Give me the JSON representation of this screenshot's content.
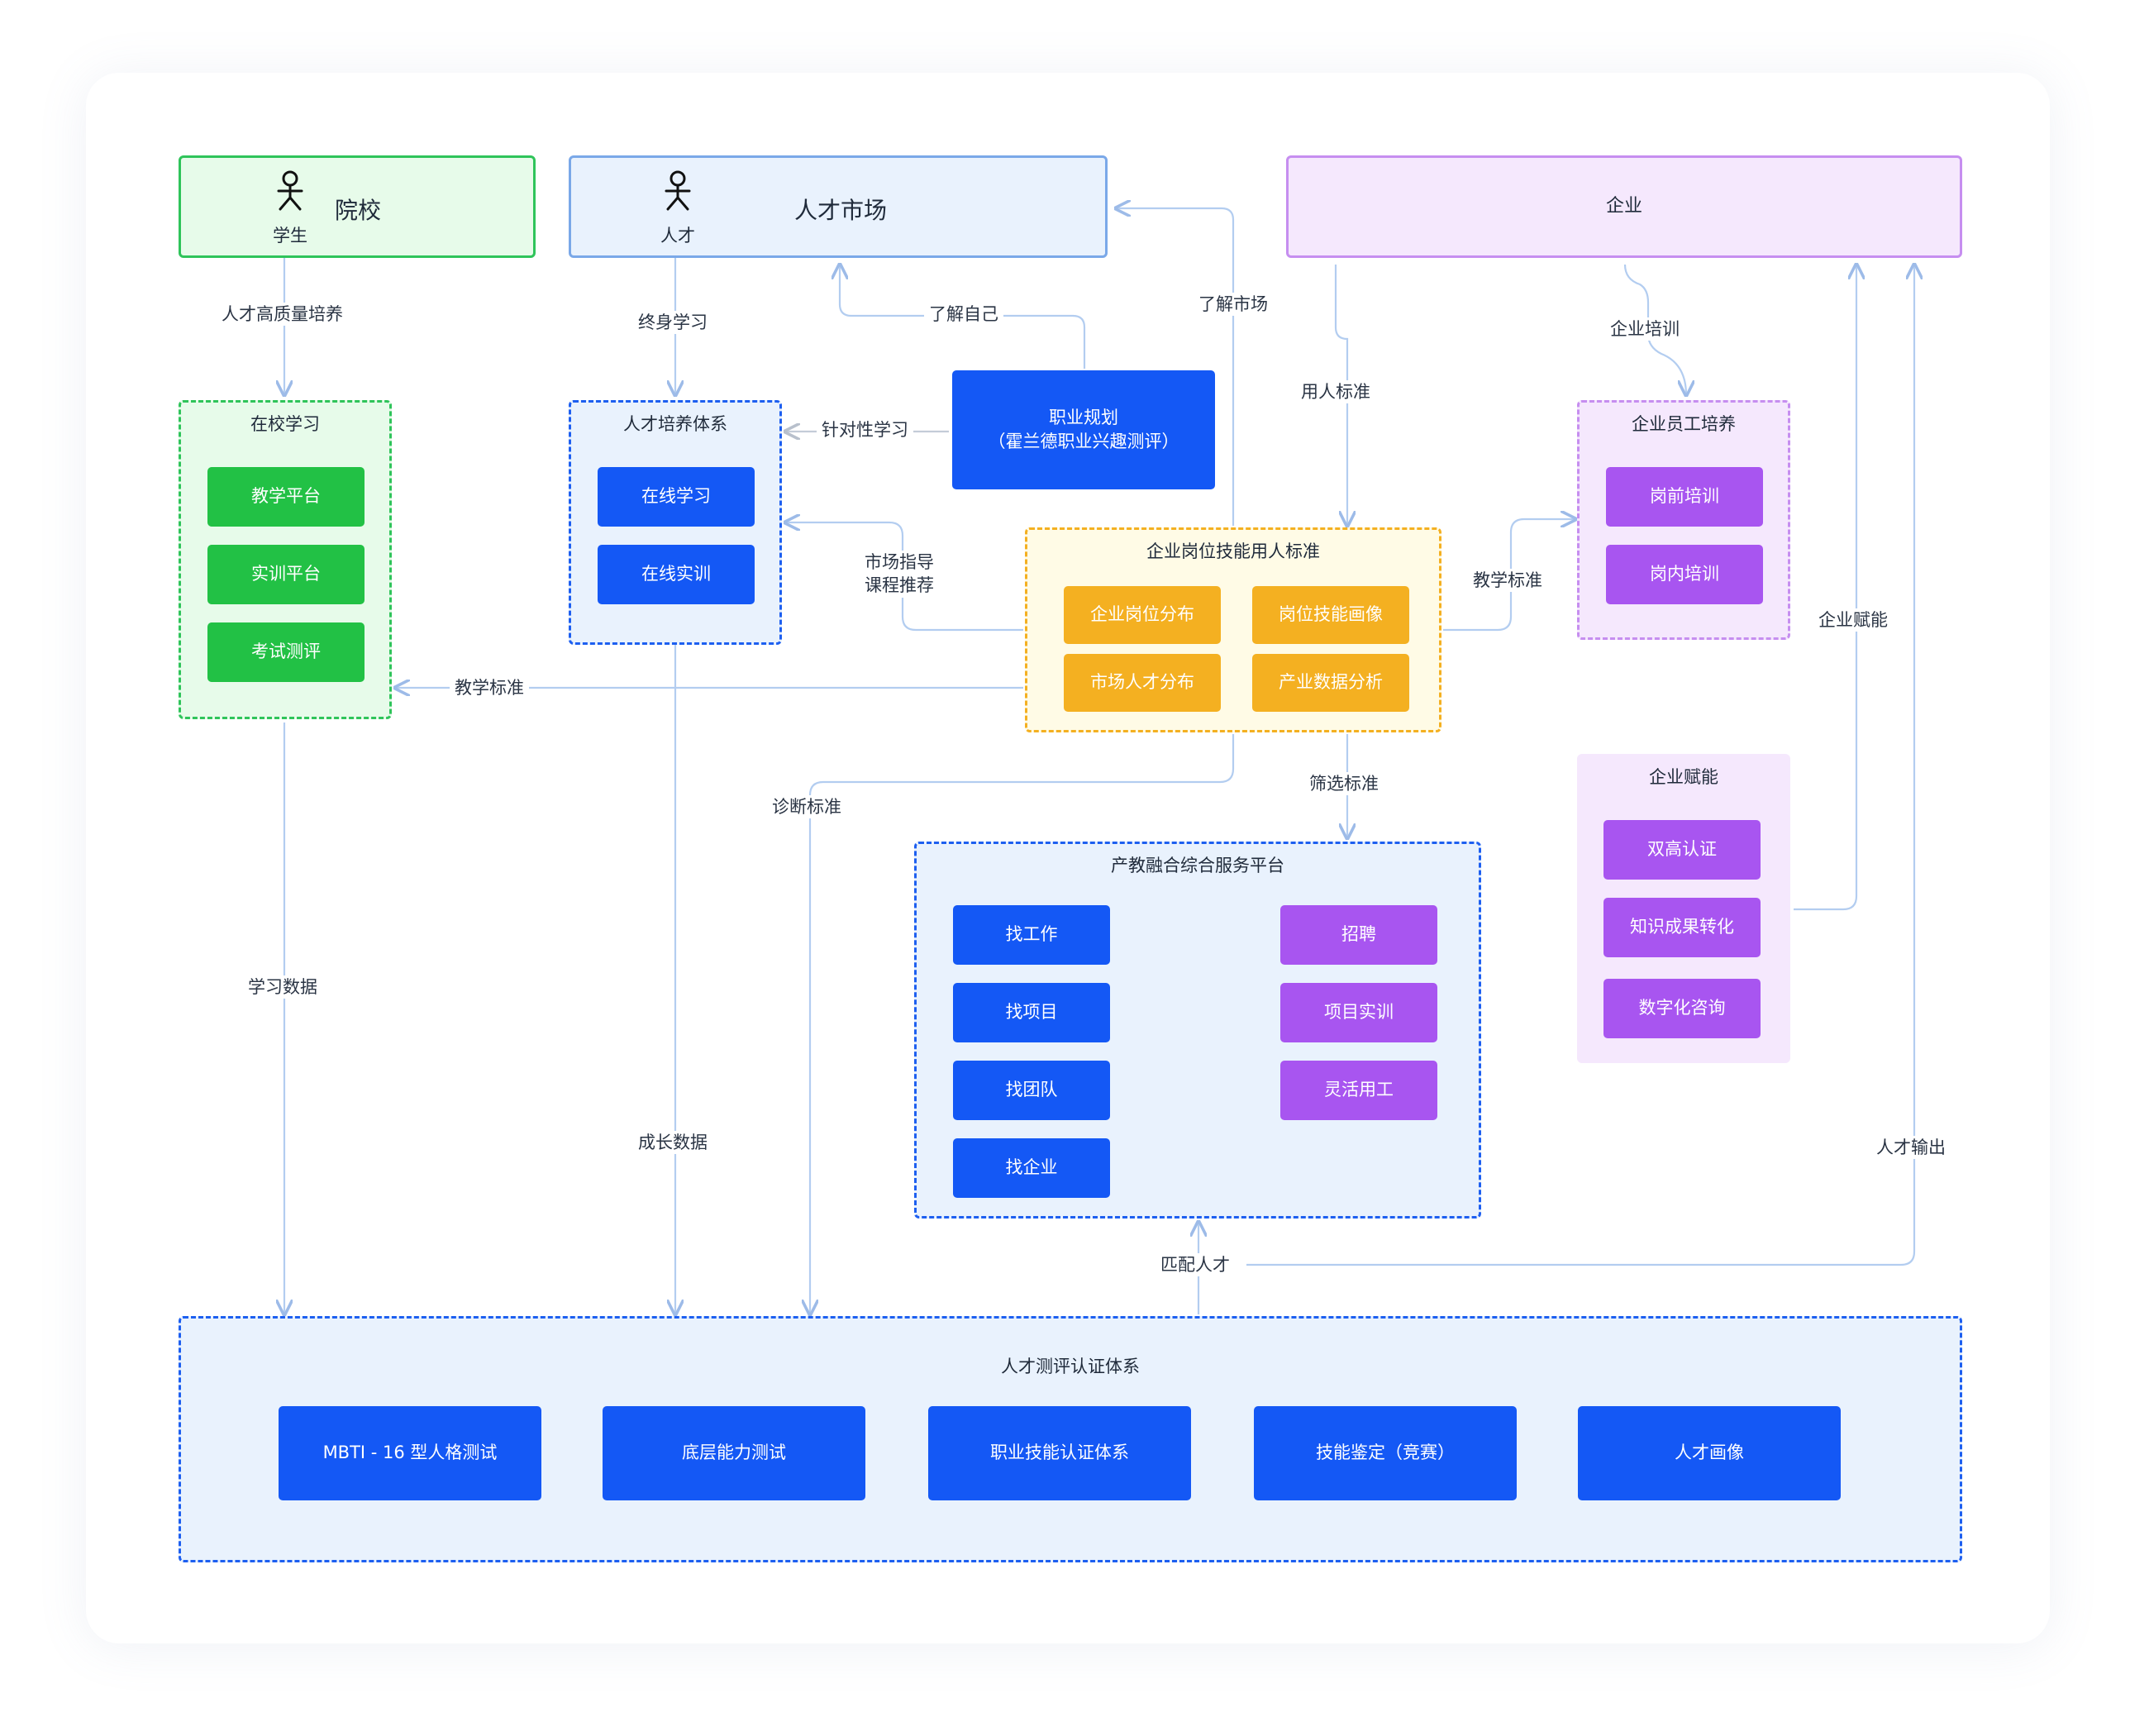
{
  "actors": {
    "school": {
      "title": "院校",
      "person": "学生"
    },
    "market": {
      "title": "人才市场",
      "person": "人才"
    },
    "enterprise": {
      "title": "企业"
    }
  },
  "groups": {
    "campus": {
      "title": "在校学习",
      "items": [
        "教学平台",
        "实训平台",
        "考试测评"
      ]
    },
    "training": {
      "title": "人才培养体系",
      "items": [
        "在线学习",
        "在线实训"
      ]
    },
    "career": {
      "line1": "职业规划",
      "line2": "（霍兰德职业兴趣测评）"
    },
    "standard": {
      "title": "企业岗位技能用人标准",
      "items": [
        "企业岗位分布",
        "岗位技能画像",
        "市场人才分布",
        "产业数据分析"
      ]
    },
    "staff": {
      "title": "企业员工培养",
      "items": [
        "岗前培训",
        "岗内培训"
      ]
    },
    "empower": {
      "title": "企业赋能",
      "items": [
        "双高认证",
        "知识成果转化",
        "数字化咨询"
      ]
    },
    "platform": {
      "title": "产教融合综合服务平台",
      "left": [
        "找工作",
        "找项目",
        "找团队",
        "找企业"
      ],
      "right": [
        "招聘",
        "项目实训",
        "灵活用工"
      ]
    },
    "assess": {
      "title": "人才测评认证体系",
      "items": [
        "MBTI - 16 型人格测试",
        "底层能力测试",
        "职业技能认证体系",
        "技能鉴定（竞赛）",
        "人才画像"
      ]
    }
  },
  "labels": {
    "high_quality": "人才高质量培养",
    "lifelong": "终身学习",
    "know_self": "了解自己",
    "know_market": "了解市场",
    "targeted": "针对性学习",
    "market_guide_1": "市场指导",
    "market_guide_2": "课程推荐",
    "teach_std_left": "教学标准",
    "teach_std_right": "教学标准",
    "hiring_std": "用人标准",
    "ent_training": "企业培训",
    "ent_empower": "企业赋能",
    "diagnose": "诊断标准",
    "filter": "筛选标准",
    "study_data": "学习数据",
    "growth_data": "成长数据",
    "match": "匹配人才",
    "output": "人才输出"
  },
  "colors": {
    "green": "#22c145",
    "blue": "#1458f5",
    "orange": "#f4b021",
    "purple": "#a855f0",
    "line": "#b3cdf0"
  }
}
